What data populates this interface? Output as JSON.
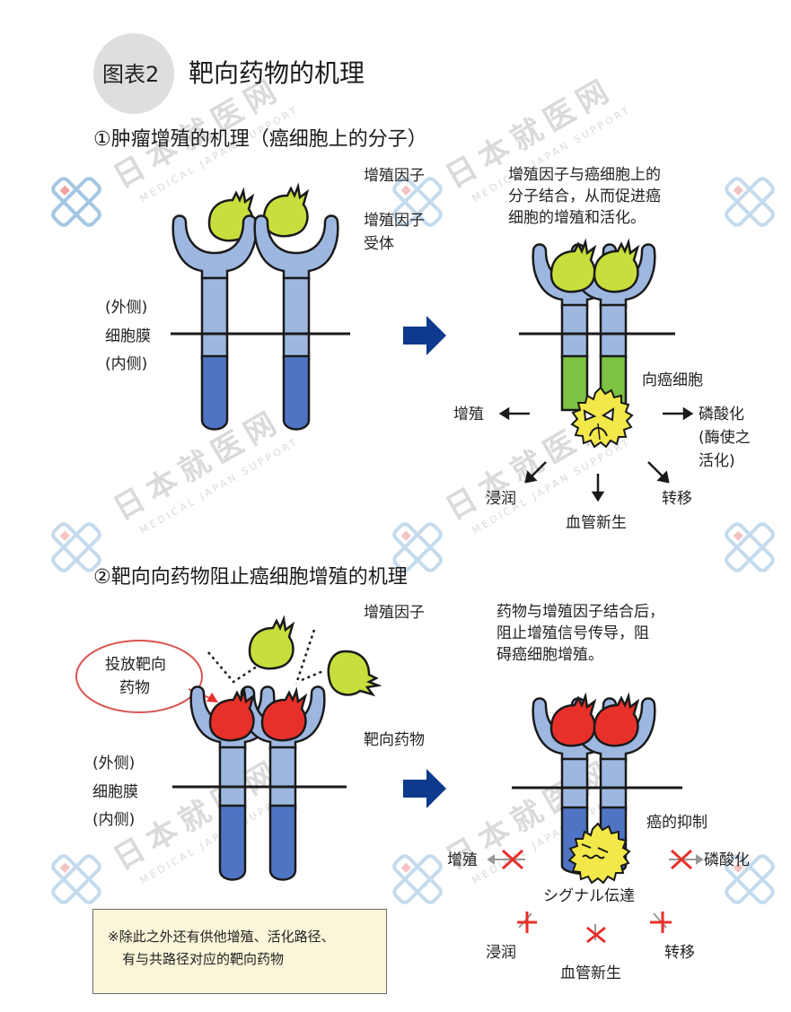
{
  "header": {
    "figure_number": "图表2",
    "title": "靶向药物的机理"
  },
  "section1": {
    "heading": "①肿瘤增殖的机理（癌细胞上的分子）",
    "label_growth_factor": "增殖因子",
    "label_receptor_line1": "增殖因子",
    "label_receptor_line2": "受体",
    "description": [
      "增殖因子与癌细胞上的",
      "分子结合，从而促进癌",
      "细胞的增殖和活化。"
    ],
    "membrane_labels": [
      "(外侧)",
      "细胞膜",
      "(内侧)"
    ],
    "label_to_cancer_cell": "向癌细胞",
    "outcomes": {
      "proliferation": "增殖",
      "phosphorylation": [
        "磷酸化",
        "(酶使之",
        "活化)"
      ],
      "invasion": "浸润",
      "angiogenesis": "血管新生",
      "metastasis": "转移"
    }
  },
  "section2": {
    "heading": "②靶向向药物阻止癌细胞增殖的机理",
    "label_growth_factor": "增殖因子",
    "description": [
      "药物与增殖因子结合后，",
      "阻止增殖信号传导，阻",
      "碍癌细胞增殖。"
    ],
    "callout": [
      "投放靶向",
      "药物"
    ],
    "label_targeted_drug": "靶向药物",
    "membrane_labels": [
      "(外侧)",
      "细胞膜",
      "(内侧)"
    ],
    "label_cancer_suppression": "癌的抑制",
    "label_signal": "シグナル伝達",
    "outcomes": {
      "proliferation": "增殖",
      "phosphorylation": "磷酸化",
      "invasion": "浸润",
      "angiogenesis": "血管新生",
      "metastasis": "转移"
    }
  },
  "note": {
    "lines": [
      "※除此之外还有供他增殖、活化路径、",
      "有与共路径对应的靶向药物"
    ]
  },
  "watermark": {
    "main": "日本就医网",
    "sub": "MEDICAL JAPAN SUPPORT"
  },
  "colors": {
    "receptor_light": "#9db7e0",
    "receptor_dark": "#4f74c4",
    "receptor_active": "#7dc242",
    "growth_factor": "#c8de3c",
    "drug": "#e8302a",
    "cancer_cell": "#f2e84a",
    "arrow": "#0d3a8c",
    "callout_border": "#d9534f",
    "note_bg": "#fbf6d9"
  }
}
